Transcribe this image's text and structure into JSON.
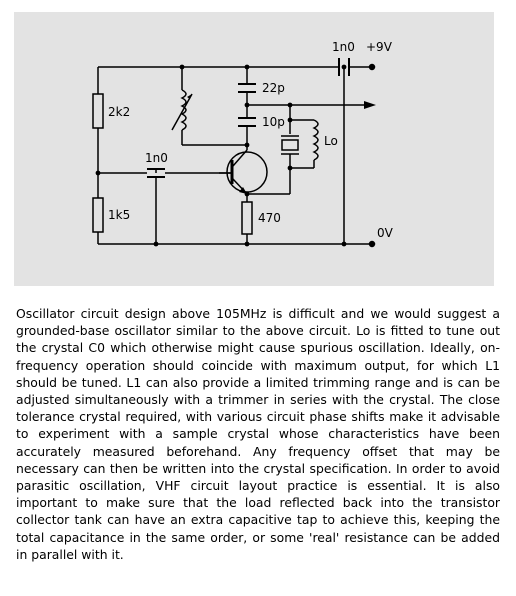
{
  "schematic": {
    "labels": {
      "supply_cap": "1n0",
      "supply_voltage": "+9V",
      "cap_top": "22p",
      "cap_mid": "10p",
      "inductor": "Lo",
      "resistor_top": "2k2",
      "resistor_bottom": "1k5",
      "base_cap": "1n0",
      "emitter_resistor": "470",
      "ground": "0V"
    }
  },
  "description": "Oscillator circuit design above 105MHz is difficult and we would suggest a grounded-base oscillator similar to the above circuit. Lo is fitted to tune out the crystal C0 which otherwise might cause spurious oscillation. Ideally, on-frequency operation should coincide with maximum output, for which L1 should be tuned. L1 can also provide a limited trimming range and is can be adjusted simultaneously with a trimmer in series with the crystal. The close tolerance crystal required, with various circuit phase shifts make it advisable to experiment with a sample crystal whose characteristics have been accurately measured beforehand. Any frequency offset that may be necessary can then be written into the crystal specification. In order to avoid parasitic oscillation, VHF circuit layout practice is essential. It is also important to make sure that the load reflected back into the transistor collector tank can have an extra capacitive tap to achieve this, keeping the total capacitance in the same order, or some 'real' resistance can be added in parallel with it."
}
